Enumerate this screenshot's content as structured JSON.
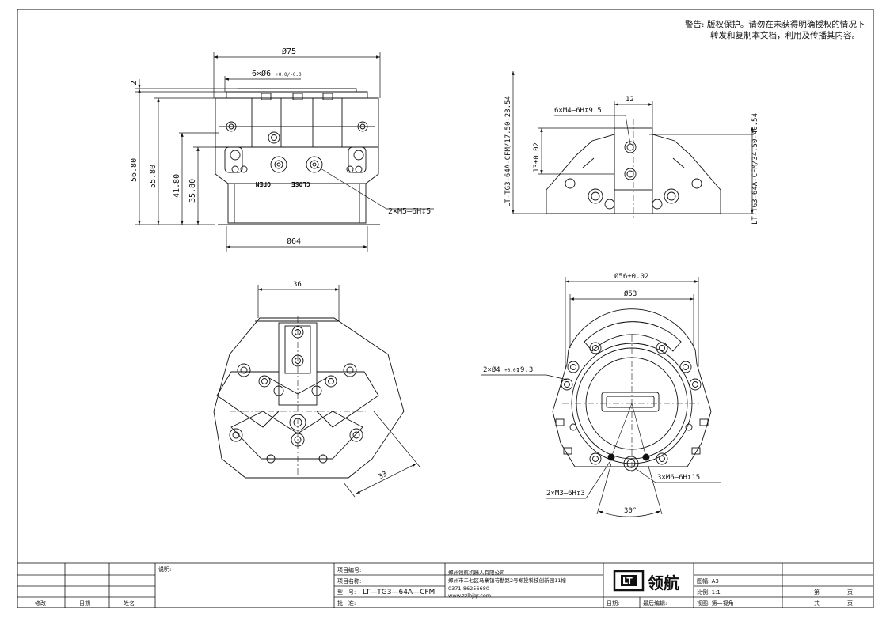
{
  "warning": {
    "label": "警告:",
    "line1": "版权保护。请勿在未获得明确授权的情况下",
    "line2": "转发和复制本文档，利用及传播其内容。"
  },
  "front_view": {
    "dim_top": "75",
    "dim_bottom": "64",
    "holes": "6×",
    "holes_dia": "6",
    "holes_tol": "+0.0/-0.0",
    "h1": "56.80",
    "h2": "55.80",
    "h3": "41.80",
    "h4": "35.80",
    "small": "2",
    "port_open": "OPEN",
    "port_close": "CLOSE",
    "port_thread": "2×M5—6H",
    "port_depth": "5"
  },
  "side_view": {
    "stroke1": "LT-TG3-64A-CFM/17.50-23.54",
    "stroke2": "LT-TG3-64A-CFM/34.50-40.54",
    "jaw_thread": "6×M4—6H",
    "jaw_depth": "9.5",
    "jaw_width": "12",
    "jaw_height": "13±0.02"
  },
  "top_view": {
    "dim_a": "36",
    "dim_b": "33"
  },
  "bottom_view": {
    "dia_outer": "56±0.02",
    "dia_inner": "53",
    "pin_holes": "2×",
    "pin_dia": "4",
    "pin_tol": "+0.0",
    "pin_depth": "9.3",
    "m3": "2×M3—6H",
    "m3_depth": "3",
    "m6": "3×M6—6H",
    "m6_depth": "15",
    "angle": "30°"
  },
  "title_block": {
    "description_label": "说明:",
    "col_modify": "修改",
    "col_date": "日期",
    "col_name": "姓名",
    "proj_no_label": "项目编号:",
    "proj_name_label": "项目名称:",
    "model_label": "型　号:",
    "model_value": "LT—TG3—64A—CFM",
    "approve_label": "批　准:",
    "company": "郑州领航机器人有限公司",
    "address": "郑州市二七区马寨镇芍勤路2号郑投科技创新园11幢",
    "phone": "0371-86256680",
    "website": "www.zzlhjqr.com",
    "logo_mark": "LT",
    "logo_text": "领航",
    "date_label": "日期:",
    "last_edit_label": "最后编辑:",
    "sheet_label": "图幅: A3",
    "scale_label": "比例: 1:1",
    "view_label": "视图: 第一视角",
    "page_di": "第",
    "page_ye": "页",
    "page_gong": "共",
    "page_ye2": "页"
  }
}
